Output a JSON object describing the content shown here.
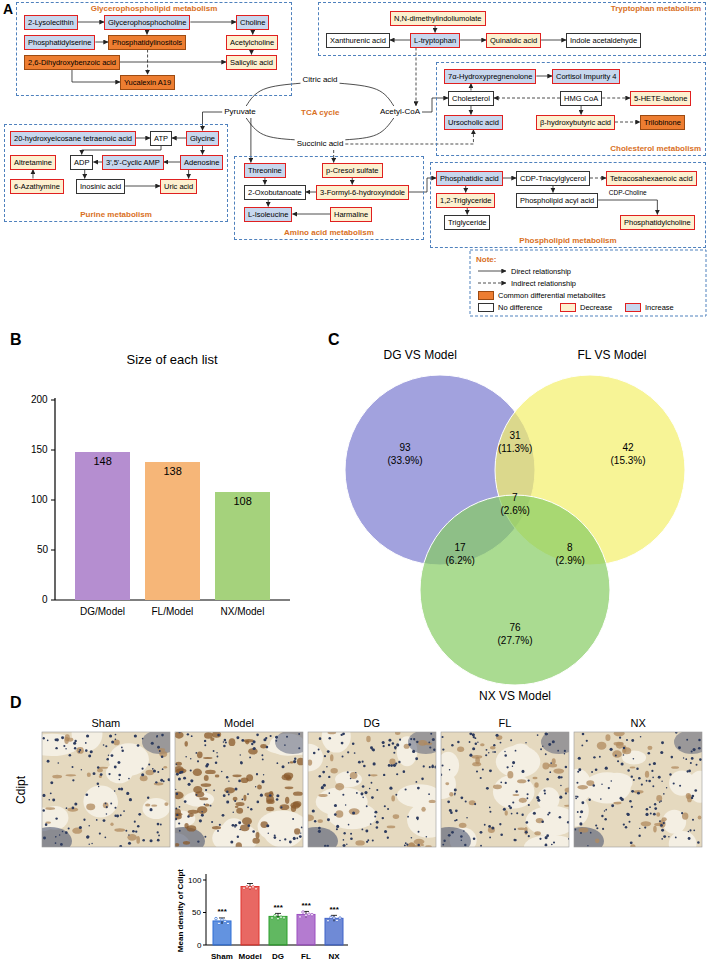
{
  "diagram": {
    "nodes": [
      {
        "text": [
          "Glycerophospholipid metabolism"
        ]
      },
      {
        "text": [
          "2-Lysolecithin"
        ],
        "in": 0
      },
      {
        "text": [
          "Glycerophosphocholine"
        ],
        "in": 0
      },
      {
        "text": [
          "Choline"
        ],
        "in": 0
      },
      {
        "text": [
          "Phosphatidylserine"
        ],
        "in": 0
      },
      {
        "text": [
          "Phosphatidylinositols"
        ],
        "in": 0
      },
      {
        "text": [
          "Acetylcholine"
        ],
        "in": 0
      },
      {
        "text": [
          "2,6-Dihydroxybenzoic acid"
        ],
        "in": 0
      },
      {
        "text": [
          "Salicylic acid"
        ],
        "in": 0
      },
      {
        "text": [
          "Yucalexin A19"
        ],
        "in": 0
      },
      {
        "text": [
          "Tryptophan metabolism"
        ]
      },
      {
        "text": [
          "N,N-dimethylindoliumolate"
        ],
        "in": 10
      },
      {
        "text": [
          "Xanthurenic acid"
        ],
        "in": 10
      },
      {
        "text": [
          "L-tryptophan"
        ],
        "in": 10
      },
      {
        "text": [
          "Quinaldic acid"
        ],
        "in": 10
      },
      {
        "text": [
          "Indole acetaldehyde"
        ],
        "in": 10
      },
      {
        "text": [
          "Citric acid"
        ]
      },
      {
        "text": [
          "Pyruvate"
        ]
      },
      {
        "text": [
          "Acetyl-CoA"
        ]
      },
      {
        "text": [
          "Succinic acid"
        ]
      },
      {
        "text": [
          "Cholesterol metabolism"
        ]
      },
      {
        "text": [
          "7α-Hydroxypregnenolone"
        ],
        "in": 20
      },
      {
        "text": [
          "Cortisol Impurity 4"
        ],
        "in": 20
      },
      {
        "text": [
          "Cholesterol"
        ],
        "in": 20
      },
      {
        "text": [
          "HMG CoA"
        ],
        "in": 20
      },
      {
        "text": [
          "5-HETE-lactone"
        ],
        "in": 20
      },
      {
        "text": [
          "Ursocholic acid"
        ],
        "in": 20
      },
      {
        "text": [
          "β-hydroxybutyric acid"
        ],
        "in": 20
      },
      {
        "text": [
          "Trilobinone"
        ],
        "in": 20
      },
      {
        "text": [
          "Purine metabolism"
        ]
      },
      {
        "text": [
          "20-hydroxyeicosane tetraenoic acid"
        ],
        "in": 29
      },
      {
        "text": [
          "ATP"
        ],
        "in": 29
      },
      {
        "text": [
          "Glycine"
        ],
        "in": 29
      },
      {
        "text": [
          "Altretamine"
        ],
        "in": 29
      },
      {
        "text": [
          "ADP"
        ],
        "in": 29
      },
      {
        "text": [
          "3',5'-Cyclic AMP"
        ],
        "in": 29
      },
      {
        "text": [
          "Adenosine"
        ],
        "in": 29
      },
      {
        "text": [
          "6-Azathymine"
        ],
        "in": 29
      },
      {
        "text": [
          "Inosinic acid"
        ],
        "in": 29
      },
      {
        "text": [
          "Uric acid"
        ],
        "in": 29
      },
      {
        "text": [
          "Amino acid metabolism"
        ]
      },
      {
        "text": [
          "Threonine"
        ],
        "in": 40
      },
      {
        "text": [
          "p-Cresol sulfate"
        ],
        "in": 40
      },
      {
        "text": [
          "2-Oxobutanoate"
        ],
        "in": 40
      },
      {
        "text": [
          "3-Formyl-6-hydroxyindole"
        ],
        "in": 40
      },
      {
        "text": [
          "L-Isoleucine"
        ],
        "in": 40
      },
      {
        "text": [
          "Harmaline"
        ],
        "in": 40
      },
      {
        "text": [
          "Phospholipid metabolism"
        ]
      },
      {
        "text": [
          "Phosphatidic acid"
        ],
        "in": 47
      },
      {
        "text": [
          "CDP-Triacylglycerol"
        ],
        "in": 47
      },
      {
        "text": [
          "Tetracosahexaenoic acid"
        ],
        "in": 47
      },
      {
        "text": [
          "1,2-Triglyceride"
        ],
        "in": 47
      },
      {
        "text": [
          "Phospholipid acyl acid"
        ],
        "in": 47
      },
      {
        "text": [
          "Phosphatidylcholine"
        ],
        "in": 47
      },
      {
        "text": [
          "Triglyceride"
        ],
        "in": 47
      }
    ],
    "edges": [
      {
        "from": 1,
        "to": 2,
        "arrow": "to"
      },
      {
        "from": 2,
        "to": 3,
        "arrow": "to"
      },
      {
        "from": 3,
        "to": 6,
        "arrow": "to"
      },
      {
        "from": 6,
        "to": 8,
        "arrow": "to"
      },
      {
        "from": 2,
        "to": 5,
        "arrow": "to"
      },
      {
        "from": 4,
        "to": 5,
        "arrow": "to"
      },
      {
        "from": 5,
        "to": 9,
        "arrow": "to"
      },
      {
        "from": 7,
        "to": 9,
        "arrow": "to"
      },
      {
        "from": 7,
        "to": 8,
        "arrow": "to"
      },
      {
        "from": 11,
        "to": 13,
        "arrow": "to"
      },
      {
        "from": 13,
        "to": 12,
        "arrow": "to"
      },
      {
        "from": 13,
        "to": 14,
        "arrow": "to"
      },
      {
        "from": 14,
        "to": 15,
        "arrow": "to"
      },
      {
        "from": 13,
        "to": 18,
        "arrow": "to"
      },
      {
        "from": 16,
        "to": 18,
        "arrow": "none"
      },
      {
        "from": 18,
        "to": 19,
        "arrow": "none"
      },
      {
        "from": 19,
        "to": 17,
        "arrow": "none"
      },
      {
        "from": 17,
        "to": 16,
        "arrow": "none"
      },
      {
        "from": 18,
        "to": 23,
        "arrow": "to"
      },
      {
        "from": 24,
        "to": 23,
        "arrow": "to"
      },
      {
        "from": 23,
        "to": 21,
        "arrow": "to"
      },
      {
        "from": 21,
        "to": 22,
        "arrow": "to"
      },
      {
        "from": 24,
        "to": 25,
        "arrow": "to"
      },
      {
        "from": 23,
        "to": 26,
        "arrow": "to"
      },
      {
        "from": 24,
        "to": 27,
        "arrow": "to"
      },
      {
        "from": 27,
        "to": 28,
        "arrow": "to"
      },
      {
        "from": 19,
        "to": 26,
        "arrow": "to"
      },
      {
        "from": 17,
        "to": 32,
        "arrow": "to"
      },
      {
        "from": 30,
        "to": 31,
        "arrow": "to"
      },
      {
        "from": 32,
        "to": 31,
        "arrow": "to"
      },
      {
        "from": 31,
        "to": 34,
        "arrow": "to"
      },
      {
        "from": 36,
        "to": 35,
        "arrow": "to"
      },
      {
        "from": 35,
        "to": 34,
        "arrow": "to"
      },
      {
        "from": 32,
        "to": 36,
        "arrow": "to"
      },
      {
        "from": 37,
        "to": 33,
        "arrow": "to"
      },
      {
        "from": 34,
        "to": 38,
        "arrow": "to"
      },
      {
        "from": 38,
        "to": 39,
        "arrow": "to"
      },
      {
        "from": 36,
        "to": 39,
        "arrow": "to"
      },
      {
        "from": 17,
        "to": 41,
        "arrow": "to"
      },
      {
        "from": 19,
        "to": 42,
        "arrow": "to"
      },
      {
        "from": 41,
        "to": 43,
        "arrow": "to"
      },
      {
        "from": 43,
        "to": 45,
        "arrow": "to"
      },
      {
        "from": 46,
        "to": 45,
        "arrow": "to"
      },
      {
        "from": 42,
        "to": 44,
        "arrow": "to"
      },
      {
        "from": 44,
        "to": 43,
        "arrow": "to"
      },
      {
        "from": 44,
        "to": 48,
        "arrow": "to"
      },
      {
        "from": 48,
        "to": 49,
        "arrow": "to"
      },
      {
        "from": 49,
        "to": 50,
        "arrow": "to"
      },
      {
        "from": 49,
        "to": 52,
        "arrow": "to"
      },
      {
        "from": 52,
        "to": 53,
        "label": "CDP-Choline",
        "arrow": "to"
      },
      {
        "from": 48,
        "to": 51,
        "arrow": "to"
      },
      {
        "from": 51,
        "to": 54,
        "arrow": "to"
      }
    ],
    "labels": [
      "A",
      "TCA cycle",
      "Note:",
      "B",
      "Size of each list",
      "200",
      "150",
      "100",
      "50",
      "0",
      "148",
      "138",
      "108",
      "DG/Model",
      "FL/Model",
      "NX/Model",
      "C",
      "DG VS Model",
      "FL VS Model",
      "93",
      "(33.9%)",
      "31",
      "(11.3%)",
      "42",
      "(15.3%)",
      "7",
      "(2.6%)",
      "17",
      "(6.2%)",
      "8",
      "(2.9%)",
      "76",
      "(27.7%)",
      "NX VS Model",
      "D",
      "Sham",
      "Model",
      "DG",
      "FL",
      "NX",
      "Cdipt",
      "100",
      "50",
      "0",
      "Mean density of Cdipt",
      "***",
      "***",
      "***",
      "***",
      "Sham",
      "Model",
      "DG",
      "FL",
      "NX"
    ],
    "legend": [
      {
        "text": "Direct relationship"
      },
      {
        "text": "Indirect relationship"
      },
      {
        "text": "Common differential metabolites",
        "color": "#ed7d31"
      },
      {
        "text": "No difference",
        "color": "#ffffff"
      },
      {
        "text": "Decrease",
        "color": "#fdf0cf"
      },
      {
        "text": "Increase",
        "color": "#c7d7ee"
      }
    ]
  }
}
